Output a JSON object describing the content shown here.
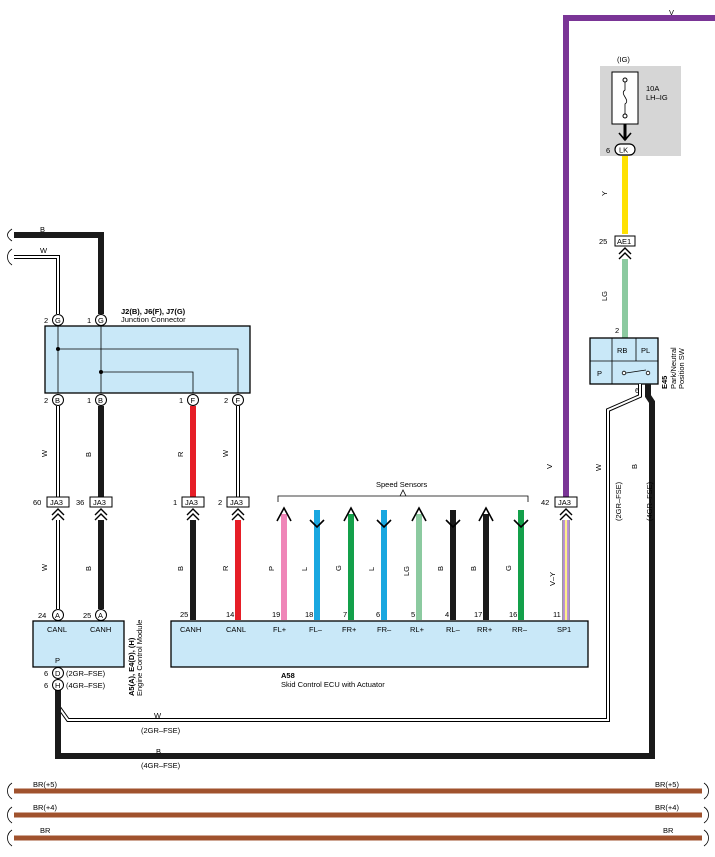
{
  "wires": {
    "b": "B",
    "w": "W",
    "v": "V",
    "y": "Y",
    "lg": "LG",
    "r": "R",
    "p": "P",
    "l": "L",
    "g": "G",
    "vy": "V–Y",
    "w_2gr": "(2GR–FSE)",
    "b_4gr": "(4GR–FSE)"
  },
  "colors": {
    "black": "#1a1a1a",
    "purple": "#7a3596",
    "yellow": "#ffe100",
    "light_green": "#8ccaa0",
    "red": "#e61e27",
    "pink": "#ef86b8",
    "blue": "#19a7e0",
    "green": "#13a04a",
    "brown": "#a0522d",
    "v_y_violet": "#b78cd6",
    "v_y_yellow": "#fff08a",
    "box_fill": "#c9e8f8",
    "fuse_gray": "#d6d6d6"
  },
  "fuse": {
    "source": "(IG)",
    "rating": "10A",
    "name": "LH–IG",
    "pin_number": "6",
    "pin_label": "LK"
  },
  "connector_ae1": {
    "pin": "25",
    "label": "AE1"
  },
  "park_switch": {
    "code": "E45",
    "name_line1": "Park/Neutral",
    "name_line2": "Position SW",
    "pin_top": "2",
    "pin_bottom": "6",
    "rb": "RB",
    "pl": "PL",
    "p": "P"
  },
  "junction_connector": {
    "codes": "J2(B), J6(F), J7(G)",
    "name": "Junction Connector",
    "top_pins": [
      {
        "num": "2",
        "letter": "G"
      },
      {
        "num": "1",
        "letter": "G"
      }
    ],
    "bottom_pins": [
      {
        "num": "2",
        "letter": "B"
      },
      {
        "num": "1",
        "letter": "B"
      },
      {
        "num": "1",
        "letter": "F"
      },
      {
        "num": "2",
        "letter": "F"
      }
    ]
  },
  "ja3": [
    {
      "pin": "60",
      "label": "JA3"
    },
    {
      "pin": "36",
      "label": "JA3"
    },
    {
      "pin": "1",
      "label": "JA3"
    },
    {
      "pin": "2",
      "label": "JA3"
    },
    {
      "pin": "42",
      "label": "JA3"
    }
  ],
  "speed_sensors": {
    "label": "Speed Sensors"
  },
  "ecm": {
    "codes": "A5(A), E4(D), (H)",
    "name": "Engine Control Module",
    "pins": [
      {
        "num": "24",
        "letter": "A",
        "label": "CANL"
      },
      {
        "num": "25",
        "letter": "A",
        "label": "CANH"
      }
    ],
    "p_label": "P",
    "bottom_pins": [
      {
        "num": "6",
        "letter": "D",
        "note": "(2GR–FSE)"
      },
      {
        "num": "6",
        "letter": "H",
        "note": "(4GR–FSE)"
      }
    ]
  },
  "skid_ecu": {
    "code": "A58",
    "name": "Skid Control ECU with Actuator",
    "pins": [
      {
        "num": "25",
        "label": "CANH"
      },
      {
        "num": "14",
        "label": "CANL"
      },
      {
        "num": "19",
        "label": "FL+"
      },
      {
        "num": "18",
        "label": "FL–"
      },
      {
        "num": "7",
        "label": "FR+"
      },
      {
        "num": "6",
        "label": "FR–"
      },
      {
        "num": "5",
        "label": "RL+"
      },
      {
        "num": "4",
        "label": "RL–"
      },
      {
        "num": "17",
        "label": "RR+"
      },
      {
        "num": "16",
        "label": "RR–"
      },
      {
        "num": "11",
        "label": "SP1"
      }
    ]
  },
  "bottom_harness": {
    "line1": "BR(+5)",
    "line2": "BR(+4)",
    "line3": "BR"
  }
}
